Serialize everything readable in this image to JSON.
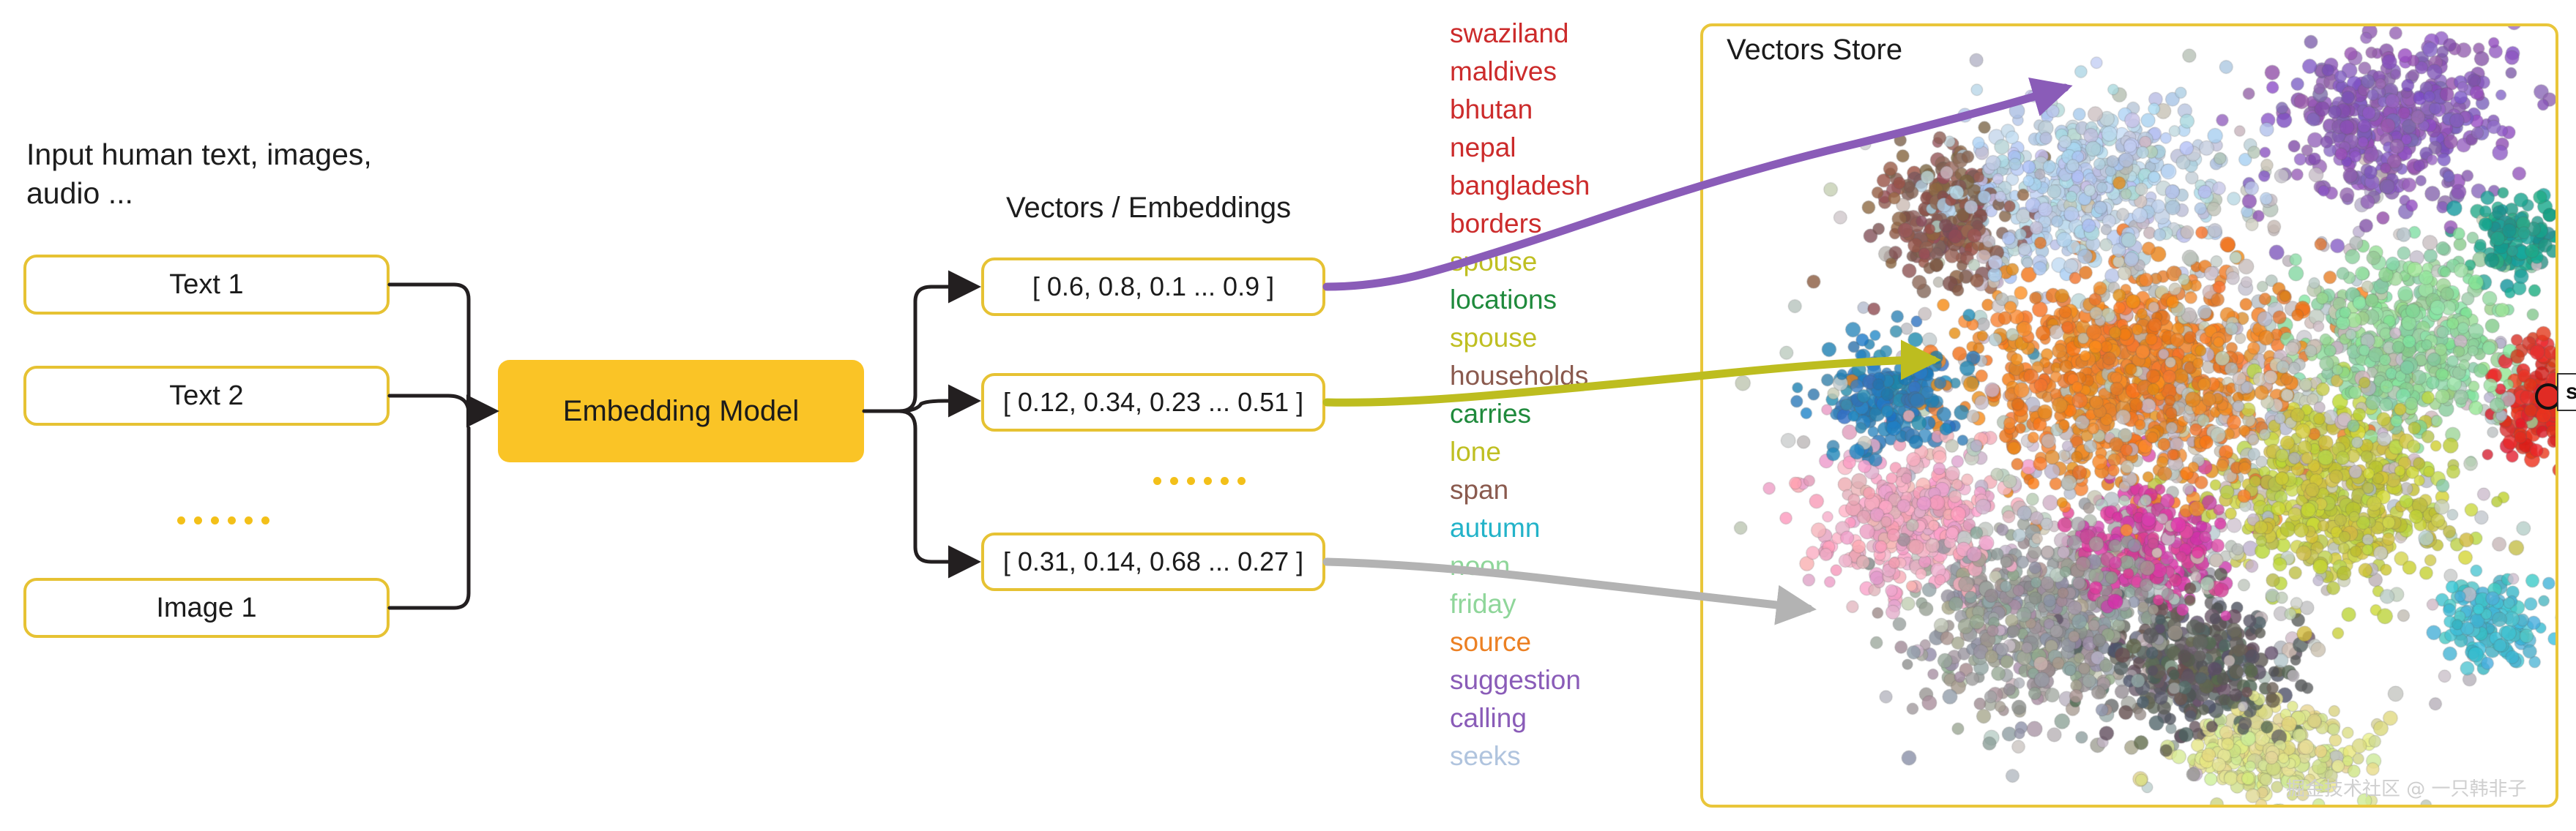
{
  "input_section": {
    "caption": "Input human text, images, audio ...",
    "items": [
      {
        "label": "Text 1"
      },
      {
        "label": "Text 2"
      },
      {
        "label": "Image 1"
      }
    ],
    "ellipsis": "......"
  },
  "model": {
    "label": "Embedding Model",
    "fill_color": "#fac426"
  },
  "vectors_section": {
    "heading": "Vectors / Embeddings",
    "ellipsis": "......",
    "boxes": [
      {
        "label": "[ 0.6, 0.8, 0.1 ... 0.9 ]",
        "connector_color": "#8a5cb8"
      },
      {
        "label": "[ 0.12, 0.34, 0.23 ... 0.51 ]",
        "connector_color": "#bdbd1f"
      },
      {
        "label": "[ 0.31, 0.14, 0.68 ... 0.27 ]",
        "connector_color": "#b3b3b3"
      }
    ]
  },
  "word_list": [
    {
      "text": "swaziland",
      "color": "#cc2b2b"
    },
    {
      "text": "maldives",
      "color": "#cc2b2b"
    },
    {
      "text": "bhutan",
      "color": "#cc2b2b"
    },
    {
      "text": "nepal",
      "color": "#cc2b2b"
    },
    {
      "text": "bangladesh",
      "color": "#cc2b2b"
    },
    {
      "text": "borders",
      "color": "#cc2b2b"
    },
    {
      "text": "spouse",
      "color": "#bfbf22"
    },
    {
      "text": "locations",
      "color": "#1f8a3c"
    },
    {
      "text": "spouse",
      "color": "#bfbf22"
    },
    {
      "text": "households",
      "color": "#8a5a4e"
    },
    {
      "text": "carries",
      "color": "#1f8a3c"
    },
    {
      "text": "lone",
      "color": "#bfbf22"
    },
    {
      "text": "span",
      "color": "#8a5a4e"
    },
    {
      "text": "autumn",
      "color": "#23b3c9"
    },
    {
      "text": "noon",
      "color": "#8fd69a"
    },
    {
      "text": "friday",
      "color": "#8fd69a"
    },
    {
      "text": "source",
      "color": "#ec8023"
    },
    {
      "text": "suggestion",
      "color": "#8a5cb8"
    },
    {
      "text": "calling",
      "color": "#8a5cb8"
    },
    {
      "text": "seeks",
      "color": "#b0c4de"
    }
  ],
  "vectors_store": {
    "title": "Vectors Store",
    "border_color": "#e9c63a",
    "highlighted_point_label": "swaziland",
    "highlighted_point_color": "#e02b24",
    "watermark": "掘金技术社区 @ 一只韩非子"
  },
  "chart_data": {
    "type": "scatter",
    "title": "Vectors Store",
    "xlabel": "",
    "ylabel": "",
    "grid": false,
    "legend": "none",
    "description": "Dense 2-D t-SNE/UMAP projection of word embeddings; several thousand semi-transparent circular points forming colour-coded semantic clusters.",
    "annotations": [
      {
        "label": "swaziland",
        "color": "#e02b24",
        "note": "highlighted red point with black outline at right edge"
      }
    ],
    "clusters": [
      {
        "name": "purple-cluster",
        "color": "#8a5cb8",
        "cx": 0.8,
        "cy": 0.12,
        "rx": 0.16,
        "ry": 0.13,
        "n": 420
      },
      {
        "name": "lightblue-cluster",
        "color": "#b6cce6",
        "cx": 0.45,
        "cy": 0.2,
        "rx": 0.18,
        "ry": 0.13,
        "n": 460
      },
      {
        "name": "brown-cluster",
        "color": "#8a5a4e",
        "cx": 0.28,
        "cy": 0.24,
        "rx": 0.1,
        "ry": 0.1,
        "n": 220
      },
      {
        "name": "orange-cluster",
        "color": "#ec8023",
        "cx": 0.5,
        "cy": 0.45,
        "rx": 0.22,
        "ry": 0.17,
        "n": 820
      },
      {
        "name": "steelblue-cluster",
        "color": "#2c7fb8",
        "cx": 0.22,
        "cy": 0.47,
        "rx": 0.09,
        "ry": 0.09,
        "n": 200
      },
      {
        "name": "green-cluster",
        "color": "#8fd69a",
        "cx": 0.82,
        "cy": 0.4,
        "rx": 0.15,
        "ry": 0.14,
        "n": 430
      },
      {
        "name": "olive-cluster",
        "color": "#c5c93f",
        "cx": 0.74,
        "cy": 0.6,
        "rx": 0.16,
        "ry": 0.14,
        "n": 520
      },
      {
        "name": "pink-cluster",
        "color": "#f0a8c0",
        "cx": 0.24,
        "cy": 0.63,
        "rx": 0.12,
        "ry": 0.11,
        "n": 360
      },
      {
        "name": "magenta-cluster",
        "color": "#d43fa0",
        "cx": 0.52,
        "cy": 0.66,
        "rx": 0.1,
        "ry": 0.09,
        "n": 230
      },
      {
        "name": "grey-cluster",
        "color": "#9a9a9a",
        "cx": 0.4,
        "cy": 0.76,
        "rx": 0.17,
        "ry": 0.14,
        "n": 600
      },
      {
        "name": "darkgrey-cluster",
        "color": "#5d5d5d",
        "cx": 0.58,
        "cy": 0.82,
        "rx": 0.12,
        "ry": 0.1,
        "n": 330
      },
      {
        "name": "yellowgreen-cluster",
        "color": "#dbe08a",
        "cx": 0.66,
        "cy": 0.93,
        "rx": 0.12,
        "ry": 0.07,
        "n": 260
      },
      {
        "name": "cyan-cluster",
        "color": "#45bcd0",
        "cx": 0.92,
        "cy": 0.76,
        "rx": 0.07,
        "ry": 0.07,
        "n": 140
      },
      {
        "name": "red-cluster",
        "color": "#e02b24",
        "cx": 0.98,
        "cy": 0.48,
        "rx": 0.07,
        "ry": 0.09,
        "n": 190
      },
      {
        "name": "teal-cluster",
        "color": "#1f9e8f",
        "cx": 0.95,
        "cy": 0.27,
        "rx": 0.06,
        "ry": 0.07,
        "n": 120
      },
      {
        "name": "scatter-background",
        "color": "#c0c0c0",
        "cx": 0.55,
        "cy": 0.5,
        "rx": 0.42,
        "ry": 0.42,
        "n": 700
      }
    ]
  }
}
